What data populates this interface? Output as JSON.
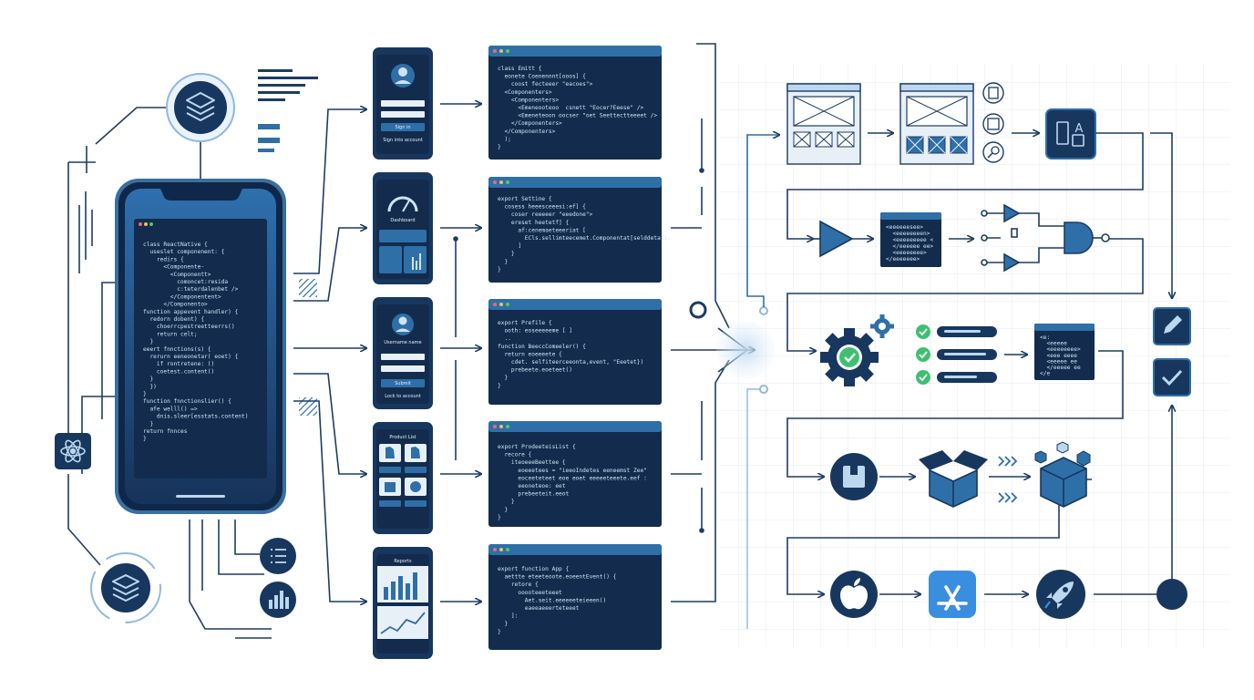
{
  "colors": {
    "navy": "#17375f",
    "dark_panel": "#132c4d",
    "accent_blue": "#2e6fa8",
    "line": "#1d3c63",
    "light_blue": "#bcd8ef",
    "green": "#3fbf72",
    "window_dot_red": "#f06a6a",
    "window_dot_yellow": "#f2c14e",
    "window_dot_green": "#5ec26a"
  },
  "phone_code": [
    "class ReactNative {",
    "  useslet componenent: {",
    "    redirs {",
    "      <Componente-",
    "        <Componentt>",
    "          comoncet:resida",
    "          c:teterdalenbet />",
    "        </Componentent>",
    "      </Componento>",
    "",
    "function appevent handler) {",
    "  redorn dobent) {",
    "    choerrcpestreetteerrs()",
    "    return celt;",
    "  }",
    "",
    "eeert fnnctions(s) {",
    "  rerurn eeneonetar( eoet) {",
    "    if rontretene: ()",
    "    coetest.content()",
    "  }",
    "  })",
    "}",
    "",
    "function fnnctionslier() {",
    "  afe welll() =>",
    "    dnis.sleer[esstats.content)",
    "  }",
    "",
    "return fnnces",
    "}"
  ],
  "code_panels": [
    [
      "class Emitt {",
      "  eonete Coenennnt[ooos] {",
      "    coost fecteeer \"eacoes\">",
      "  <Componenters>",
      "    <Componenters>",
      "      <Emeneooteoo  csnett \"Eocer?Eeese\" />",
      "      <Emeneteoon oocser \"oet Seettectteeeet />",
      "    </Componenters>",
      "  </Componenters>",
      "  );",
      "}"
    ],
    [
      "export Settine {",
      "  cosess heeesceeesi:ef] {",
      "    coser reeeeer \"eeedone\">",
      "",
      "    ereset heetetf] {",
      "      af:cenemaeteeeriat [",
      "        ECls.sellimteecemet.Componentat[selddeta]);",
      "      ]",
      "    }",
      "  }",
      "}"
    ],
    [
      "export Prefile {",
      "  ooth: eoseeeeeme [ ]",
      "  ..",
      "",
      "function BeeccComeeler() {",
      "  return eoeeeete {",
      "    cdet. selfiteerceeonta,event, \"Eeetet})",
      "    prebeete.eoeteet()",
      "  }",
      "}"
    ],
    [
      "export ProdeeteisList {",
      "  recore {",
      "    iteoeeeBeettee {",
      "      eoeeetees = \"ieeoIndetes eeneemst Zee\"",
      "      eoceeteteet eoe eoet eeeeeteeete.eef :",
      "      eeoneteoe: eet",
      "      prebeeteit.eeot",
      "    }",
      "  }",
      "}"
    ],
    [
      "export function App {",
      "  aettte eteeteoote.eoeentEvent() {",
      "    retore {",
      "      ooooteeeteeet",
      "        Aet.seit.eeeeeeteieeen()",
      "        eaeeaeeerteteeet",
      "    ]:",
      "  }",
      "}"
    ]
  ],
  "small_code_1": [
    "<eeeeeesee>",
    "  <eeeeeeeen>",
    "  <eeeeeeeee <",
    "  </eeeeee ee>",
    "  <eeeeeeee>",
    "</eeeeeee>"
  ],
  "small_code_2": [
    "<e:",
    "  <eeeee",
    "  <eeeeeeee>",
    "  <eee eeee",
    "  <eeeee ee",
    "  </eeeee ee",
    "</e"
  ],
  "phones": [
    {
      "id": "login",
      "btn1": "Sign in",
      "foot": "Sign into account"
    },
    {
      "id": "dashboard",
      "title": "Dashboard"
    },
    {
      "id": "profile",
      "title": "Username name",
      "btn1": "Submit",
      "foot": "Lock to account"
    },
    {
      "id": "products",
      "title": "Product List"
    },
    {
      "id": "reports",
      "title": "Reports"
    }
  ],
  "icons": [
    "layers-icon",
    "react-atom-icon",
    "list-icon",
    "bar-chart-icon",
    "wireframe-icon",
    "translate-icon",
    "amplifier-icon",
    "logic-gate-icon",
    "gear-check-icon",
    "package-icon",
    "open-box-icon",
    "cubes-box-icon",
    "apple-icon",
    "app-store-icon",
    "rocket-icon",
    "pencil-icon",
    "check-icon"
  ]
}
